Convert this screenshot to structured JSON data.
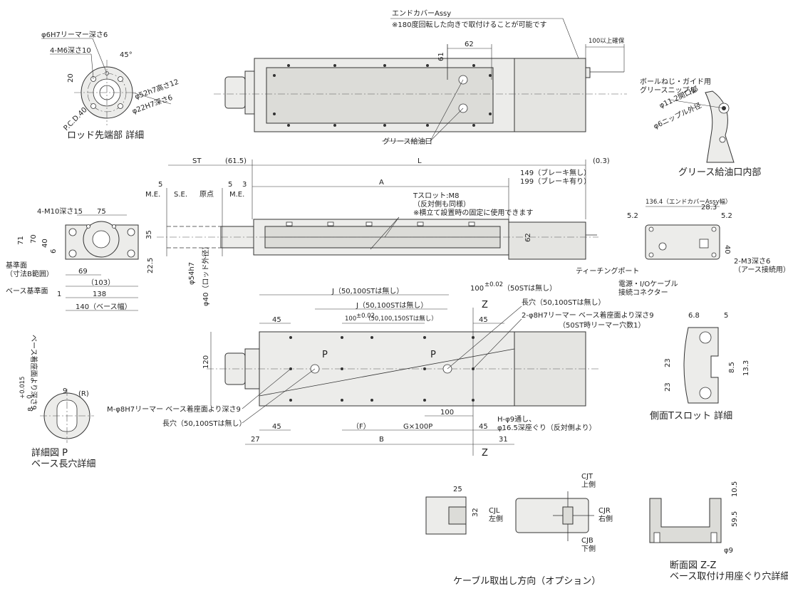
{
  "labels": {
    "endcover": "エンドカバーAssy",
    "endcover_note": "※180度回転した向きで取付けることが可能です",
    "d100": "100以上確保",
    "d62top": "62",
    "d61": "61",
    "grease_port": "グリース給油口",
    "rod_reamer": "φ6H7リーマー深さ6",
    "rod_m6": "4-M6深さ10",
    "rod_45": "45°",
    "rod_20": "20",
    "rod_pcd": "P.C.D.40",
    "rod_52": "φ52h7高さ12",
    "rod_22": "φ22H7深さ6",
    "rod_title": "ロッド先端部 詳細",
    "nipple_label": "ボールねじ・ガイド用\nグリースニップル",
    "nipple_112": "φ11.2開口部",
    "nipple_6": "φ6ニップル外径",
    "nipple_title": "グリース給油口内部",
    "st": "ST",
    "d615": "(61.5)",
    "L": "L",
    "d03": "(0.3)",
    "brake": "149（ブレーキ無し）\n199（ブレーキ有り）",
    "d5a": "5",
    "d5b": "5",
    "d3": "3",
    "me": "M.E.",
    "se": "S.E.",
    "origin": "原点",
    "me2": "M.E.",
    "A": "A",
    "tslot": "Tスロット:M8\n（反対側も同様）\n※横立て設置時の固定に使用できます",
    "d62side": "62",
    "m10": "4-M10深さ15",
    "d75": "75",
    "d71": "71",
    "d70": "70",
    "d40": "40",
    "d6": "6",
    "d35": "35",
    "d225": "22.5",
    "d69": "69",
    "d103": "（103）",
    "d138": "138",
    "d1": "1",
    "d140": "140（ベース幅）",
    "ref_surface": "基準面\n（寸法B範囲）",
    "base_ref": "ベース基準面",
    "phi54": "φ54h7",
    "phi40": "φ40（ロッド外径）",
    "d1364": "136.4（エンドカバーAssy幅）",
    "d52a": "5.2",
    "d283": "28.3",
    "d52b": "5.2",
    "d40r": "40",
    "m3": "2-M3深さ6\n（アース接続用）",
    "teaching": "ティーチングポート",
    "power": "電源・I/Oケーブル\n接続コネクター",
    "j1": "J（50,100STは無し）",
    "j2": "J（50,100STは無し）",
    "d100tol": "100",
    "d100tol_sup": "±0.02",
    "d100tol_note": "（50STは無し）",
    "d100small": "100",
    "d100small_sup": "±0.02",
    "d100small_note": "（50,100,150STは無し）",
    "d45a": "45",
    "d45b": "45",
    "d45c": "45",
    "d45d": "45",
    "z1": "Z",
    "z2": "Z",
    "p1": "P",
    "p2": "P",
    "long_hole": "長穴（50,100STは無し）",
    "reamer2": "2-φ8H7リーマー ベース着座面より深さ9",
    "reamer2_note": "（50ST時リーマー穴数1）",
    "d120": "120",
    "m_reamer": "M-φ8H7リーマー ベース着座面より深さ9",
    "long_hole2": "長穴（50,100STは無し）",
    "d100b": "100",
    "h_hole": "H-φ9通し、\nφ16.5深座ぐり（反対側より）",
    "d27": "27",
    "F": "（F）",
    "G": "G×100P",
    "d31": "31",
    "B": "B",
    "tslot_68": "6.8",
    "tslot_5": "5",
    "tslot_23a": "23",
    "tslot_23b": "23",
    "tslot_85": "8.5",
    "tslot_133": "13.3",
    "tslot_title": "側面Tスロット 詳細",
    "p_depth": "ベース着座面より深さ9",
    "p_8": "8",
    "p_tol": "+0.015\n0",
    "p_9": "9",
    "p_R": "(R)",
    "p_title": "詳細図 P\nベース長穴詳細",
    "c25": "25",
    "c32": "32",
    "cjt": "CJT\n上側",
    "cjl": "CJL\n左側",
    "cjr": "CJR\n右側",
    "cjb": "CJB\n下側",
    "cable_title": "ケーブル取出し方向（オプション）",
    "s105": "10.5",
    "s595": "59.5",
    "s9": "φ9",
    "section_title": "断面図 Z-Z\nベース取付け用座ぐり穴詳細"
  },
  "colors": {
    "body": "#ececea",
    "line": "#333333"
  }
}
